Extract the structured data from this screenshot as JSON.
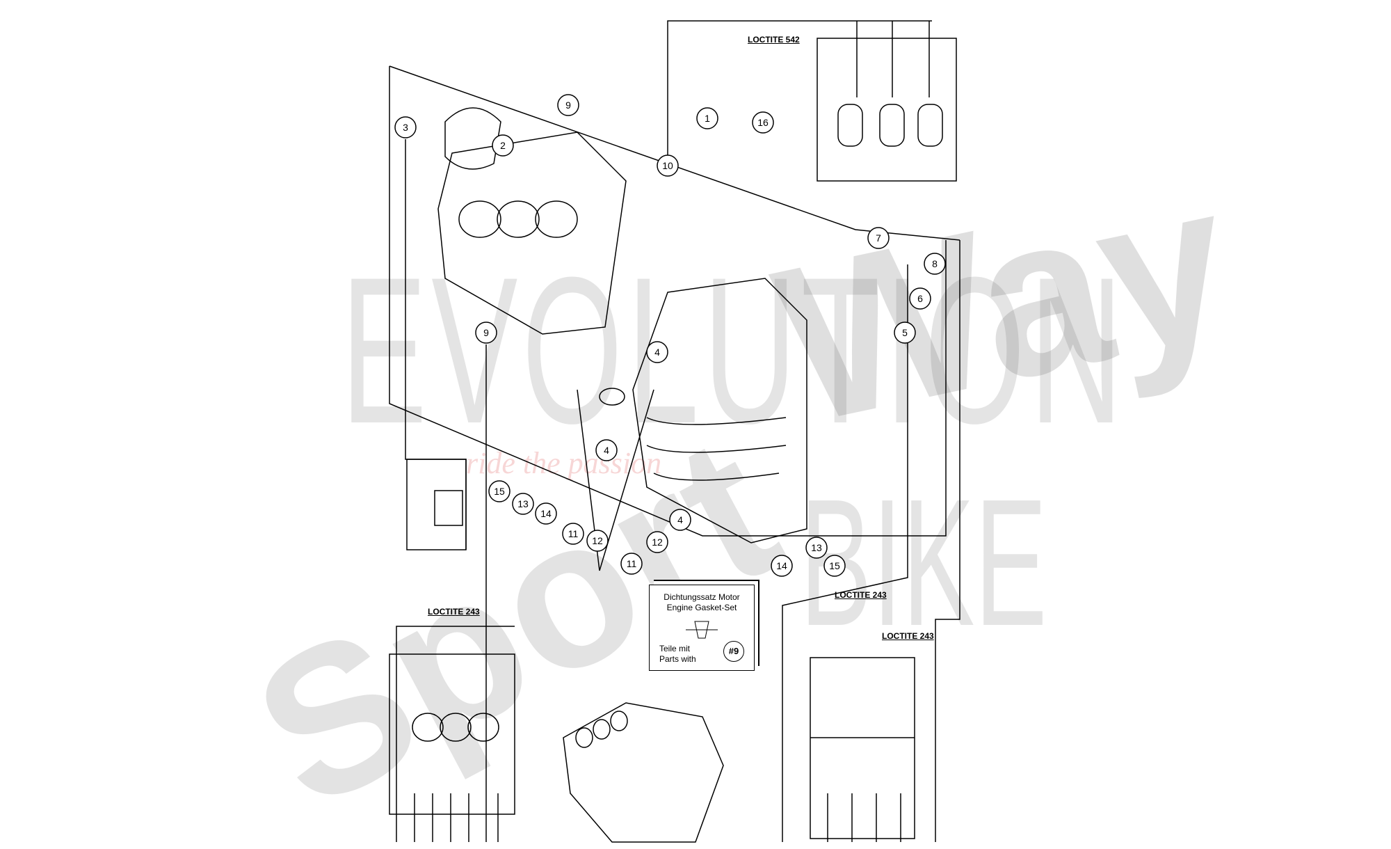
{
  "watermark": {
    "brand": "EVOLUTION",
    "brand2": "BIKE",
    "word_way": "Way",
    "word_sport": "Sport",
    "tagline": "ride the passion"
  },
  "callouts": [
    "1",
    "16",
    "10",
    "9",
    "2",
    "3",
    "7",
    "8",
    "6",
    "5",
    "9",
    "4",
    "4",
    "4",
    "15",
    "13",
    "14",
    "11",
    "12",
    "12",
    "11",
    "13",
    "14",
    "15"
  ],
  "loctite_labels": [
    "LOCTITE 542",
    "LOCTITE 243",
    "LOCTITE 243",
    "LOCTITE 243"
  ],
  "gasket_set": {
    "title_de": "Dichtungssatz Motor",
    "title_en": "Engine Gasket-Set",
    "parts_de": "Teile mit",
    "parts_en": "Parts with",
    "badge": "#9"
  },
  "colors": {
    "line": "#000000",
    "watermark": "#cccccc",
    "tagline": "#e06060"
  }
}
